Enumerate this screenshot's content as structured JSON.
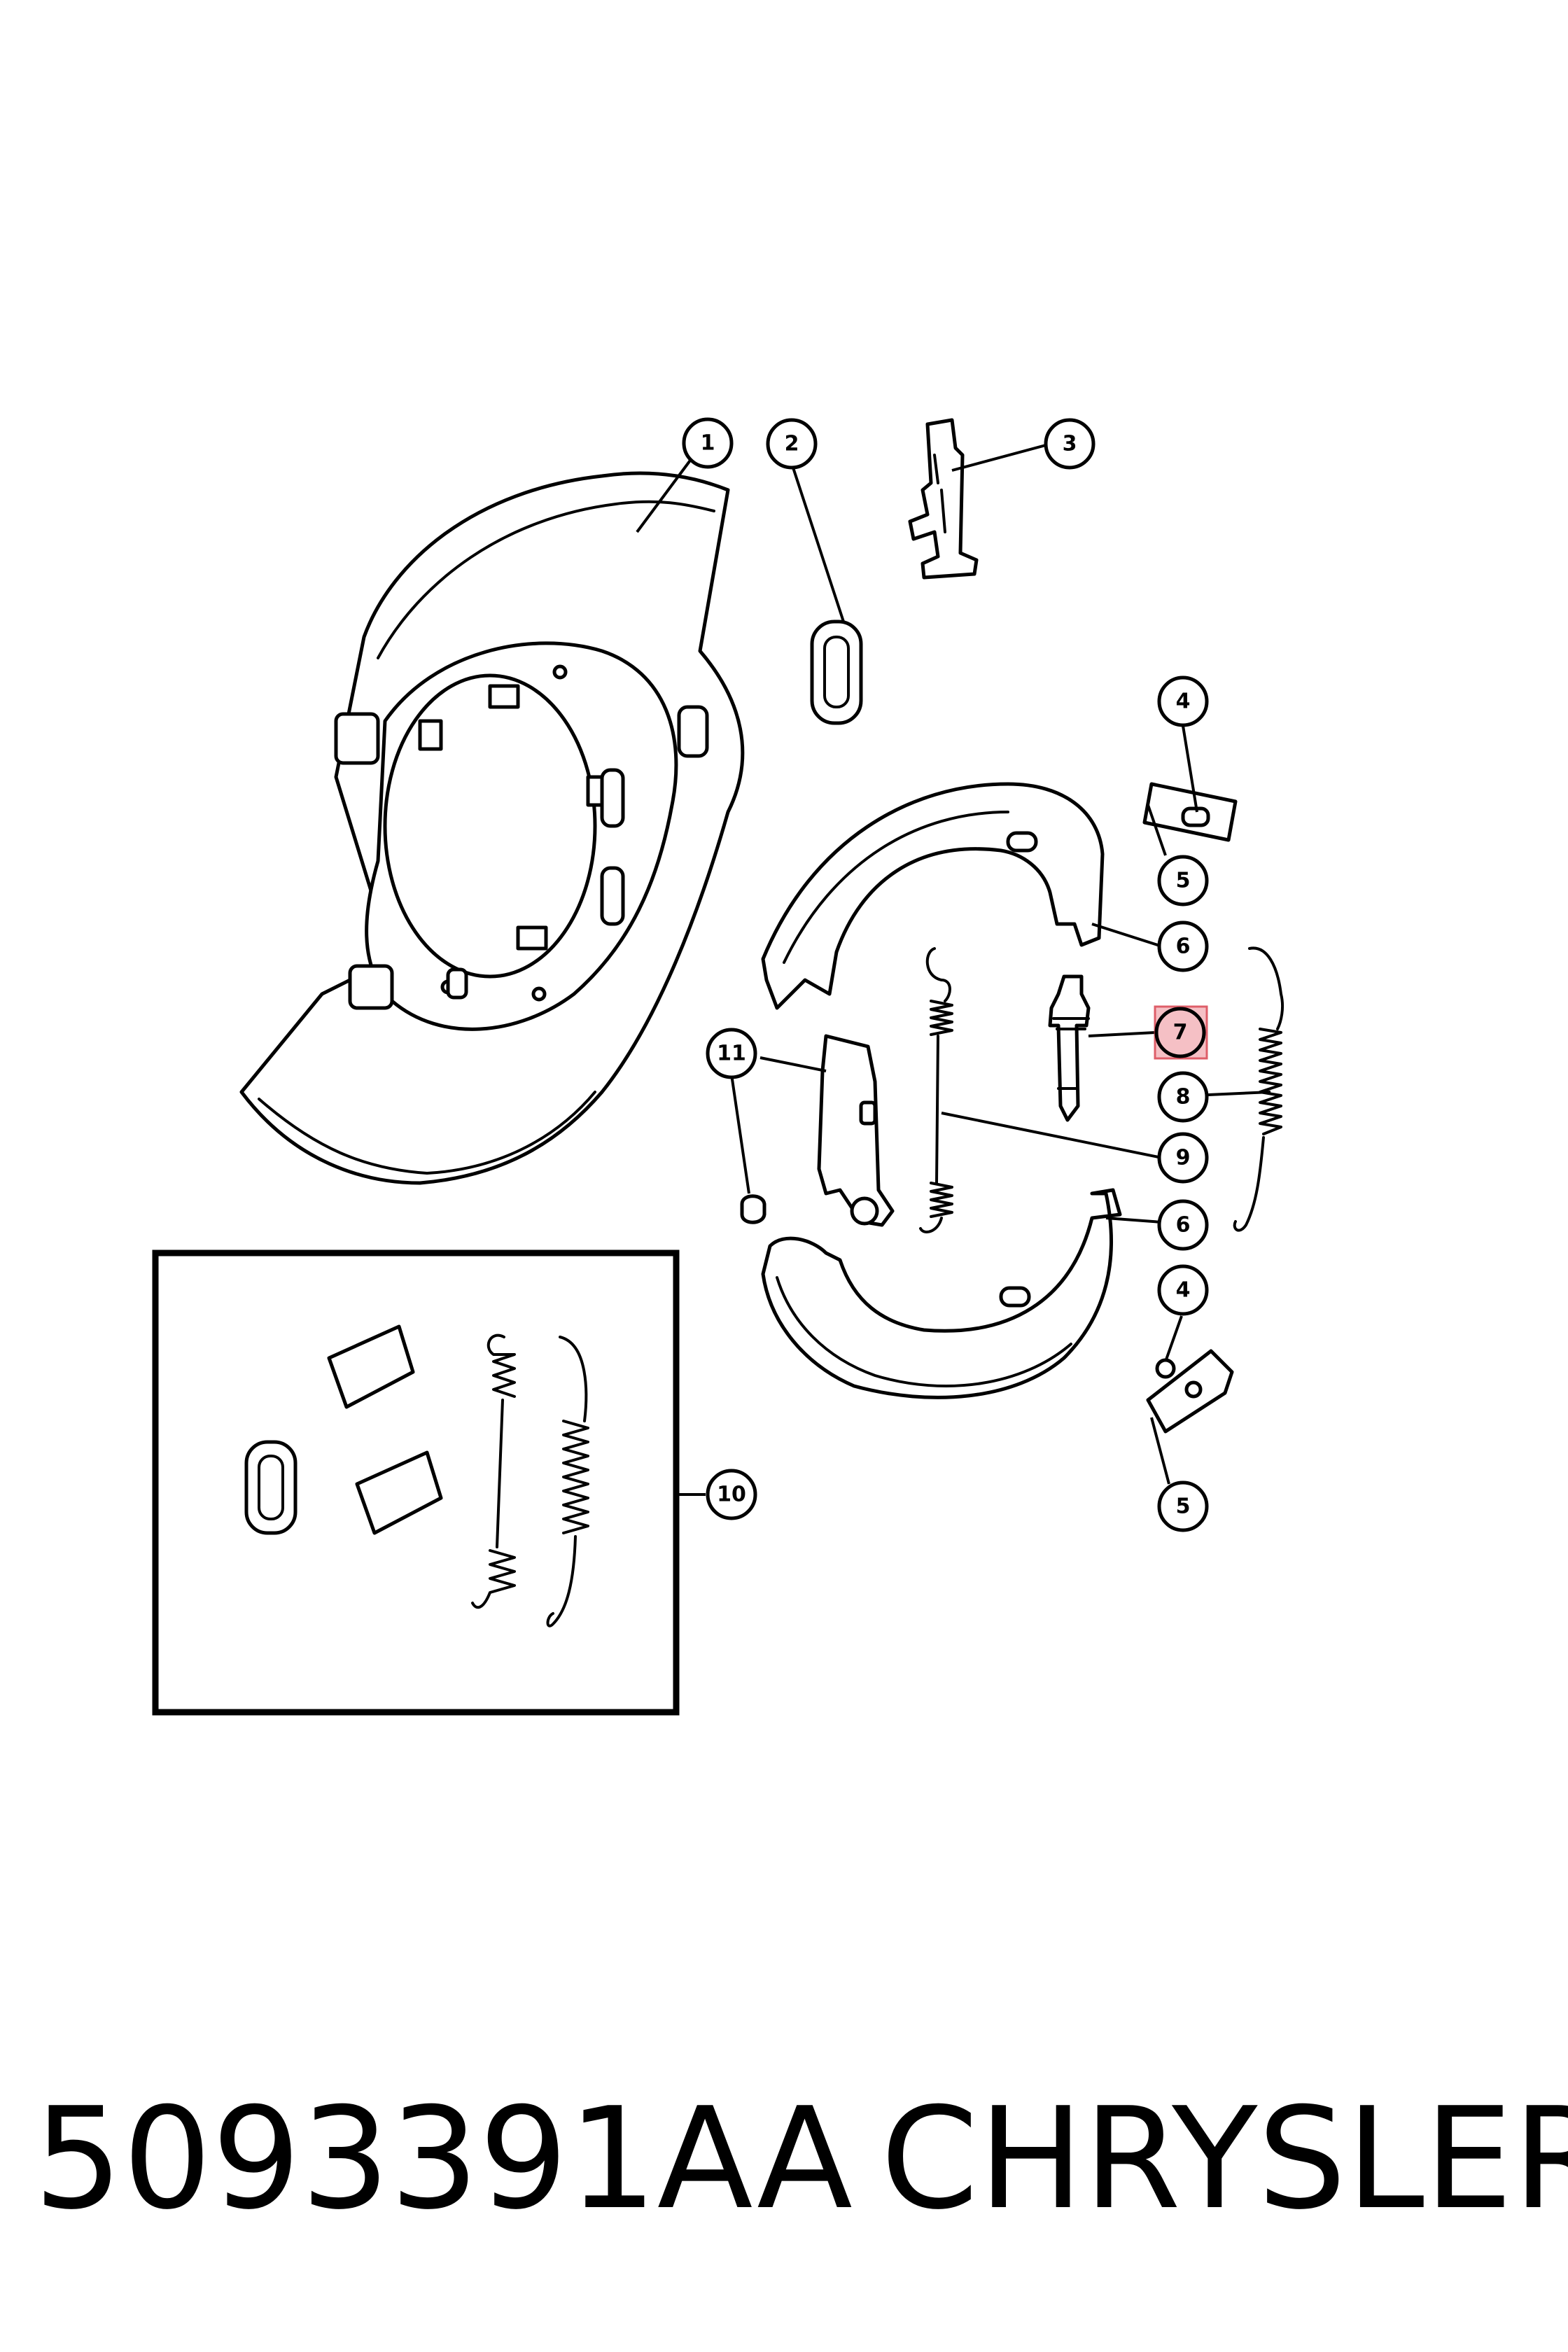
{
  "caption": {
    "part_number": "5093391AA",
    "manufacturer": "CHRYSLER"
  },
  "highlight_color": "#d9434f",
  "callouts": [
    {
      "label": "1"
    },
    {
      "label": "2"
    },
    {
      "label": "3"
    },
    {
      "label": "4"
    },
    {
      "label": "5"
    },
    {
      "label": "6"
    },
    {
      "label": "7",
      "highlighted": true
    },
    {
      "label": "8"
    },
    {
      "label": "9"
    },
    {
      "label": "6"
    },
    {
      "label": "4"
    },
    {
      "label": "5"
    },
    {
      "label": "11"
    },
    {
      "label": "10"
    }
  ]
}
